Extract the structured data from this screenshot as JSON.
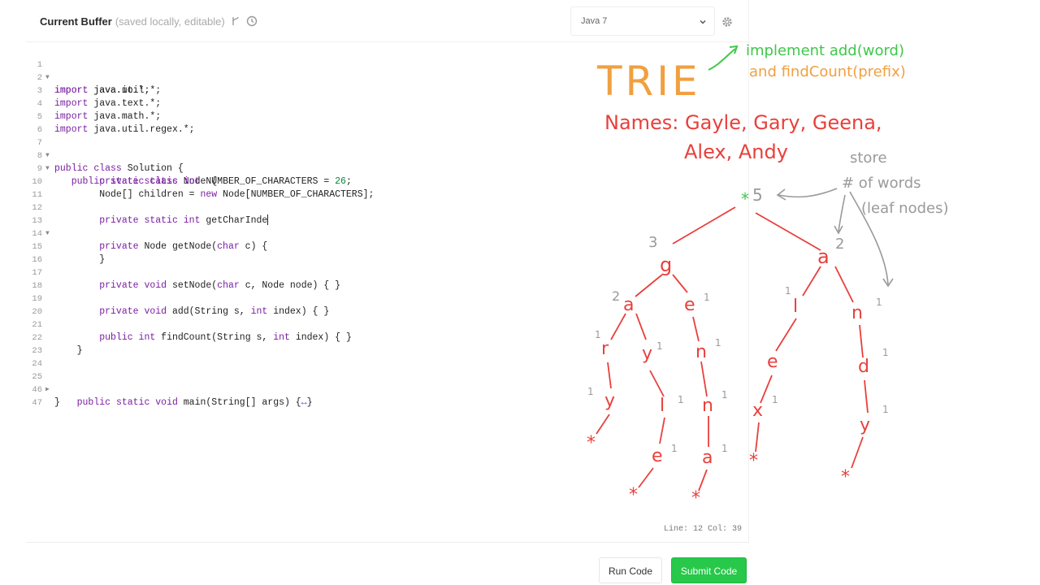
{
  "editor": {
    "title": "Current Buffer",
    "subtitle": "(saved locally, editable)",
    "language": "Java 7",
    "status": "Line: 12 Col: 39"
  },
  "code": {
    "lines": [
      {
        "n": "1"
      },
      {
        "n": "2"
      },
      {
        "n": "3"
      },
      {
        "n": "4"
      },
      {
        "n": "5"
      },
      {
        "n": "6"
      },
      {
        "n": "7"
      },
      {
        "n": "8"
      },
      {
        "n": "9"
      },
      {
        "n": "10"
      },
      {
        "n": "11"
      },
      {
        "n": "12"
      },
      {
        "n": "13"
      },
      {
        "n": "14"
      },
      {
        "n": "15"
      },
      {
        "n": "16"
      },
      {
        "n": "17"
      },
      {
        "n": "18"
      },
      {
        "n": "19"
      },
      {
        "n": "20"
      },
      {
        "n": "21"
      },
      {
        "n": "22"
      },
      {
        "n": "23"
      },
      {
        "n": "24"
      },
      {
        "n": "25"
      },
      {
        "n": "46"
      },
      {
        "n": "47"
      }
    ],
    "text": {
      "l1": "java.io.*;",
      "l2": "java.util.*;",
      "l3": "java.text.*;",
      "l4": "java.math.*;",
      "l5": "java.util.regex.*;",
      "import": "import",
      "public": "public",
      "static": "static",
      "class": "class",
      "private": "private",
      "int": "int",
      "void": "void",
      "new": "new",
      "char": "char",
      "l7": "Solution {",
      "l8": "Node {",
      "l9a": "NUMBER_OF_CHARACTERS = ",
      "l9num": "26",
      "l9b": ";",
      "l10a": "Node[] children = ",
      "l10b": "Node[NUMBER_OF_CHARACTERS];",
      "l12": "getCharInde",
      "l13a": "Node getNode(",
      "l13b": "c) {",
      "l15": "}",
      "l17a": "setNode(",
      "l17b": "c, Node node) { }",
      "l19a": "add(String s, ",
      "l19b": "index) { }",
      "l21a": "findCount(String s, ",
      "l21b": "index) { }",
      "l22": "}",
      "l25a": "main(String[] args) {",
      "l25arrow": "↔",
      "l25b": "}",
      "l46": "}"
    }
  },
  "buttons": {
    "run": "Run Code",
    "submit": "Submit Code"
  },
  "whiteboard": {
    "heading": "TRIE",
    "todo_line1": "implement add(word)",
    "todo_line2": "and findCount(prefix)",
    "names_line1": "Names: Gayle, Gary, Geena,",
    "names_line2": "Alex, Andy",
    "note_line1": "store",
    "note_line2": "# of words",
    "note_line3": "(leaf nodes)",
    "root": "*",
    "root_count": "5",
    "nodes": {
      "g": "g",
      "g_count": "3",
      "a_top": "a",
      "a_top_count": "2",
      "ga": "a",
      "ga_count": "2",
      "ge": "e",
      "ge_count": "1",
      "al": "l",
      "al_count": "1",
      "an": "n",
      "an_count": "1",
      "gar": "r",
      "gar_count": "1",
      "gay": "y",
      "gay_count": "1",
      "gen": "n",
      "gen_count": "1",
      "ale": "e",
      "and": "d",
      "and_count": "1",
      "gary": "y",
      "gary_count": "1",
      "gayl": "l",
      "gayl_count": "1",
      "genn": "n",
      "genn_count": "1",
      "alex": "x",
      "alex_count": "1",
      "andy": "y",
      "andy_count": "1",
      "gayle": "e",
      "gayle_count": "1",
      "geena": "a",
      "geena_count": "1",
      "end": "*"
    }
  },
  "colors": {
    "whiteboard_red": "#e8403c",
    "whiteboard_orange": "#f0a040",
    "whiteboard_green": "#3ec84a",
    "whiteboard_gray": "#9a9a9a",
    "submit_green": "#28c84a",
    "keyword_purple": "#7a1fa2",
    "number_green": "#0a8a3d"
  }
}
